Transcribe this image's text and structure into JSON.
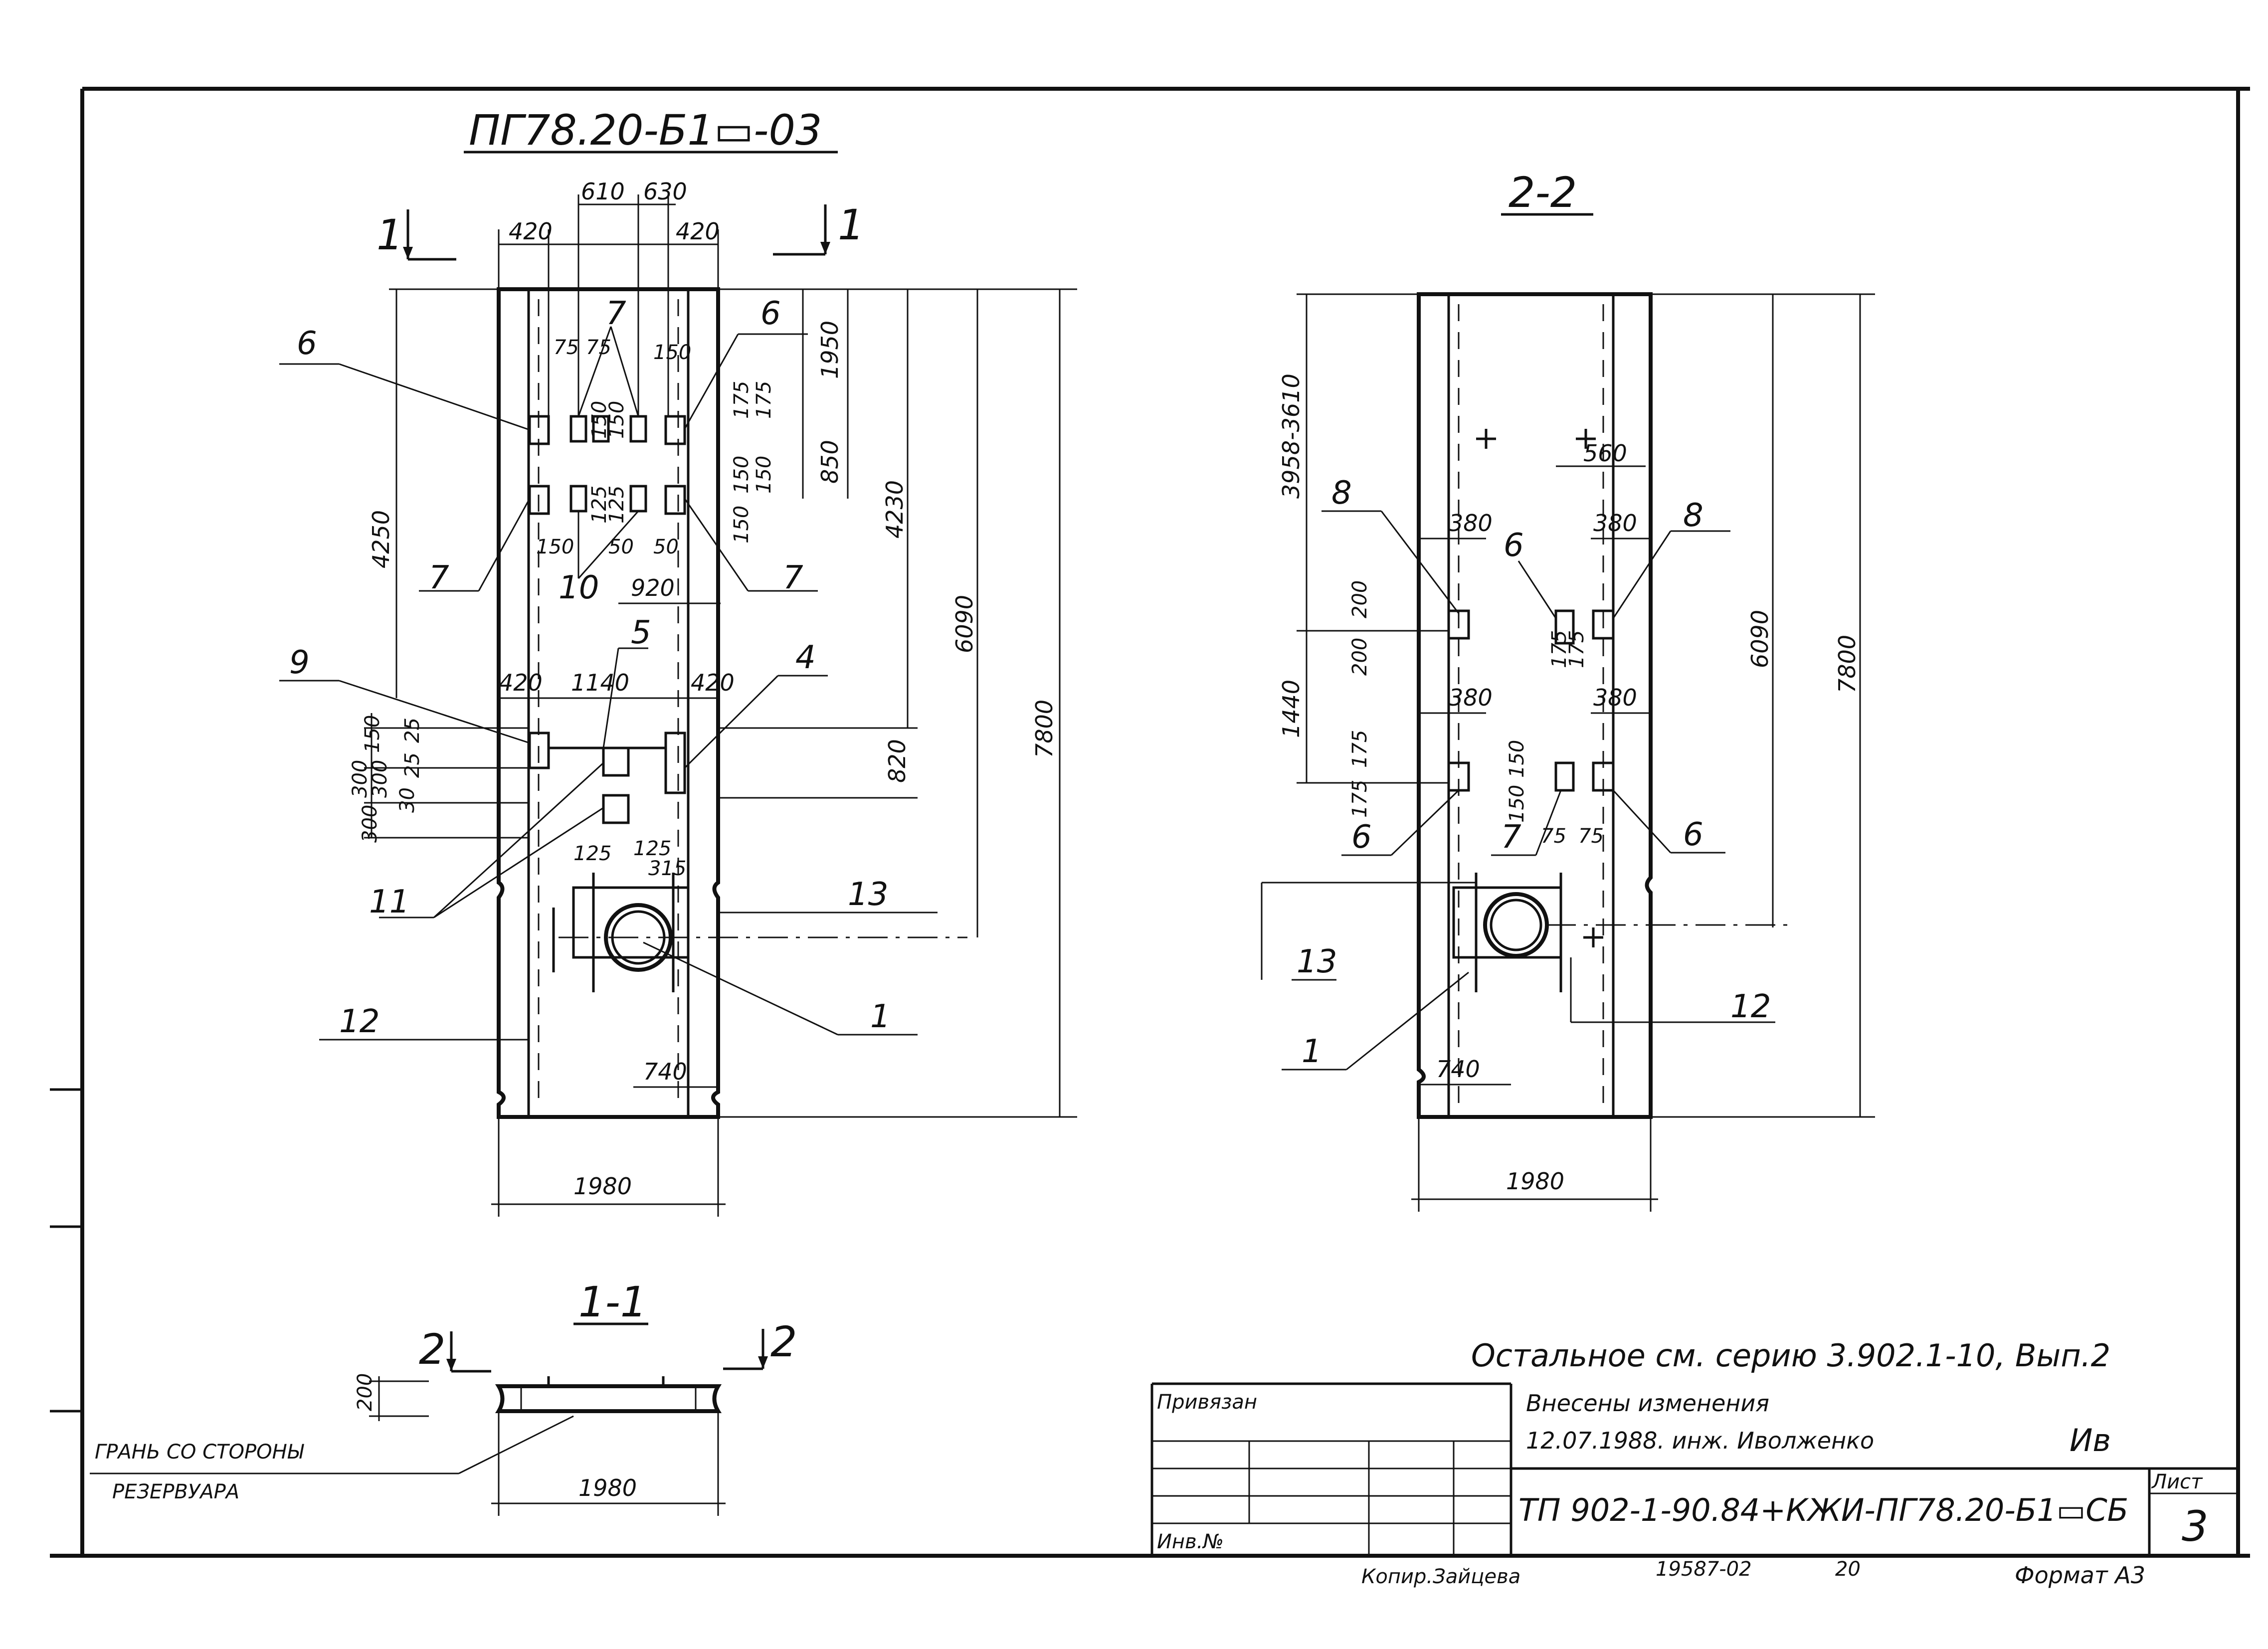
{
  "views": {
    "plan": {
      "title": "ПГ78.20-Б1▭-03",
      "section_marks": [
        "1",
        "1"
      ],
      "dims": {
        "top": [
          "420",
          "610",
          "630",
          "420"
        ],
        "middle": [
          "420",
          "1140",
          "420"
        ],
        "small_top": [
          "75",
          "75",
          "150"
        ],
        "small_right_top": [
          "175",
          "175",
          "150"
        ],
        "small_right_bottom": [
          "150",
          "150"
        ],
        "small_center": [
          "150",
          "150",
          "125",
          "125"
        ],
        "small_lower": [
          "150",
          "50",
          "50"
        ],
        "width_920": "920",
        "left_vertical": [
          "4250"
        ],
        "left_bottom": [
          "150",
          "300",
          "300",
          "300",
          "25",
          "25",
          "30"
        ],
        "right_vertical": [
          "1950",
          "850",
          "4230",
          "6090",
          "820",
          "7800"
        ],
        "bottom_small": [
          "125",
          "125",
          "315"
        ],
        "width_740": "740",
        "width_1980": "1980"
      },
      "callouts": [
        "6",
        "7",
        "6",
        "7",
        "7",
        "10",
        "9",
        "5",
        "4",
        "11",
        "13",
        "12",
        "1"
      ]
    },
    "section_2_2": {
      "title": "2-2",
      "dims": {
        "left_vertical": [
          "3958-3610",
          "1440",
          "200",
          "200",
          "175",
          "175"
        ],
        "widths": [
          "380",
          "380",
          "380",
          "380",
          "560"
        ],
        "small": [
          "175",
          "175",
          "150",
          "150",
          "75",
          "75"
        ],
        "right_vertical": [
          "6090",
          "7800"
        ],
        "width_740": "740",
        "width_1980": "1980"
      },
      "callouts": [
        "8",
        "6",
        "8",
        "6",
        "7",
        "6",
        "13",
        "12",
        "1"
      ]
    },
    "section_1_1": {
      "title": "1-1",
      "section_marks": [
        "2",
        "2"
      ],
      "dims": [
        "200",
        "1980"
      ],
      "note_line1": "ГРАНЬ СО СТОРОНЫ",
      "note_line2": "РЕЗЕРВУАРА"
    }
  },
  "remark": "Остальное см. серию 3.902.1-10, Вып.2",
  "changes_line1": "Внесены  изменения",
  "changes_line2": "12.07.1988.  инж. Иволженко",
  "signature": "Ив",
  "title_block": {
    "privyazan": "Привязан",
    "inv_no": "Инв.№",
    "doc_code": "ТП 902-1-90.84+КЖИ-ПГ78.20-Б1▭СБ",
    "sheet_label": "Лист",
    "sheet_number": "3"
  },
  "footer": {
    "copied": "Копир.Зайцева",
    "order": "19587-02",
    "num": "20",
    "format": "Формат А3"
  }
}
